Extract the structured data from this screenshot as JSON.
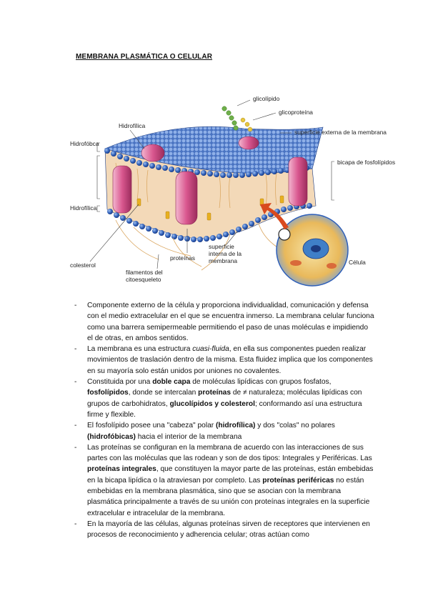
{
  "title": "MEMBRANA PLASMÁTICA O CELULAR",
  "figure": {
    "labels": {
      "glicolipido": "glicolípido",
      "glicoproteina": "glicoproteína",
      "hidrofilica_top": "Hidrofílica",
      "hidrofobica": "Hidrofóbca",
      "superficie_externa": "superficie externa de la membrana",
      "bicapa": "bicapa de fosfolípidos",
      "hidrofilica_left": "Hidrofílica",
      "colesterol": "colesterol",
      "proteinas": "proteínas",
      "superficie_interna_1": "superficie",
      "superficie_interna_2": "interna de la",
      "superficie_interna_3": "membrana",
      "filamentos_1": "filamentos del",
      "filamentos_2": "citoesqueleto",
      "celula": "Célula"
    },
    "colors": {
      "head_blue": "#2f5fb8",
      "protein_pink": "#d9578f",
      "cholesterol_yellow": "#e8b020",
      "arrow_red": "#d94a1e"
    }
  },
  "bullets": [
    {
      "dash": "-",
      "parts": [
        {
          "t": "Componente externo de la célula y proporciona individualidad, comunicación y defensa con el medio extracelular en el que se encuentra inmerso. La membrana celular funciona como una barrera semipermeable permitiendo el paso de unas moléculas e impidiendo el de otras, en ambos sentidos."
        }
      ]
    },
    {
      "dash": "-",
      "parts": [
        {
          "t": "La membrana es una estructura "
        },
        {
          "t": "cuasi-fluida",
          "i": true
        },
        {
          "t": ", en ella sus componentes pueden realizar movimientos de traslación dentro de la misma. Esta fluidez implica que los componentes en su mayoría solo están unidos por uniones no covalentes."
        }
      ]
    },
    {
      "dash": "-",
      "parts": [
        {
          "t": "Constituida por una "
        },
        {
          "t": "doble capa",
          "b": true
        },
        {
          "t": " de moléculas lipídicas con grupos fosfatos, "
        },
        {
          "t": "fosfolípidos",
          "b": true
        },
        {
          "t": ", donde se intercalan "
        },
        {
          "t": "proteínas",
          "b": true
        },
        {
          "t": " de ≠ naturaleza; moléculas lipídicas con grupos de carbohidratos, "
        },
        {
          "t": "glucolípidos y colesterol",
          "b": true
        },
        {
          "t": "; conformando así una estructura firme y flexible."
        }
      ]
    },
    {
      "dash": "-",
      "parts": [
        {
          "t": "El fosfolípido posee una \"cabeza\" polar "
        },
        {
          "t": "(hidrofílica)",
          "b": true
        },
        {
          "t": " y dos \"colas\" no polares "
        },
        {
          "t": "(hidrofóbicas)",
          "b": true
        },
        {
          "t": " hacia el interior de la membrana"
        }
      ]
    },
    {
      "dash": "-",
      "parts": [
        {
          "t": "Las proteínas se configuran en la membrana de acuerdo con las interacciones de sus partes con las moléculas que las rodean y son de dos tipos: Integrales y Periféricas. Las "
        },
        {
          "t": "proteínas integrales",
          "b": true
        },
        {
          "t": ", que constituyen la mayor parte de las proteínas, están embebidas en la bicapa lipídica o la atraviesan por completo. Las "
        },
        {
          "t": "proteínas periféricas",
          "b": true
        },
        {
          "t": " no están embebidas en la membrana plasmática, sino que se asocian con la membrana plasmática principalmente a través de su unión con proteínas integrales en la superficie extracelular e intracelular de la membrana."
        }
      ]
    },
    {
      "dash": "-",
      "parts": [
        {
          "t": "En la mayoría de las células, algunas proteínas sirven de receptores que intervienen en procesos de reconocimiento y adherencia celular; otras actúan como"
        }
      ]
    }
  ]
}
